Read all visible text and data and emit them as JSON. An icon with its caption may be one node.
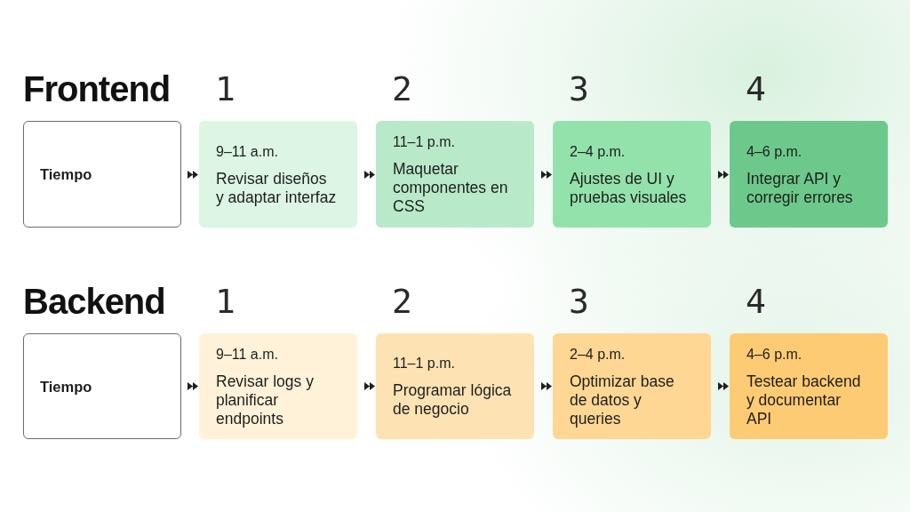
{
  "diagram": {
    "nodes": [
      {
        "text": [
          "Tiempo"
        ]
      },
      {
        "text": [
          "9–11 a.m.",
          "Revisar diseños y adaptar interfaz"
        ],
        "beside": [
          "1"
        ]
      },
      {
        "text": [
          "11–1 p.m.",
          "Maquetar componentes en CSS"
        ],
        "beside": [
          "2"
        ]
      },
      {
        "text": [
          "2–4 p.m.",
          "Ajustes de UI y pruebas visuales"
        ],
        "beside": [
          "3"
        ]
      },
      {
        "text": [
          "4–6 p.m.",
          "Integrar API y corregir errores"
        ],
        "beside": [
          "4"
        ]
      },
      {
        "text": [
          "Tiempo"
        ]
      },
      {
        "text": [
          "9–11 a.m.",
          "Revisar logs y planificar endpoints"
        ],
        "beside": [
          "1"
        ]
      },
      {
        "text": [
          "11–1 p.m.",
          "Programar lógica de negocio"
        ],
        "beside": [
          "2"
        ]
      },
      {
        "text": [
          "2–4 p.m.",
          "Optimizar base de datos y queries"
        ],
        "beside": [
          "3"
        ]
      },
      {
        "text": [
          "4–6 p.m.",
          "Testear backend y documentar API"
        ],
        "beside": [
          "4"
        ]
      }
    ],
    "edges": [
      {
        "from": 0,
        "to": 1,
        "arrow": "to"
      },
      {
        "from": 1,
        "to": 2,
        "arrow": "to"
      },
      {
        "from": 2,
        "to": 3,
        "arrow": "to"
      },
      {
        "from": 3,
        "to": 4,
        "arrow": "to"
      },
      {
        "from": 5,
        "to": 6,
        "arrow": "to"
      },
      {
        "from": 6,
        "to": 7,
        "arrow": "to"
      },
      {
        "from": 7,
        "to": 8,
        "arrow": "to"
      },
      {
        "from": 8,
        "to": 9,
        "arrow": "to"
      }
    ],
    "labels": [
      "Frontend",
      "Backend"
    ]
  }
}
